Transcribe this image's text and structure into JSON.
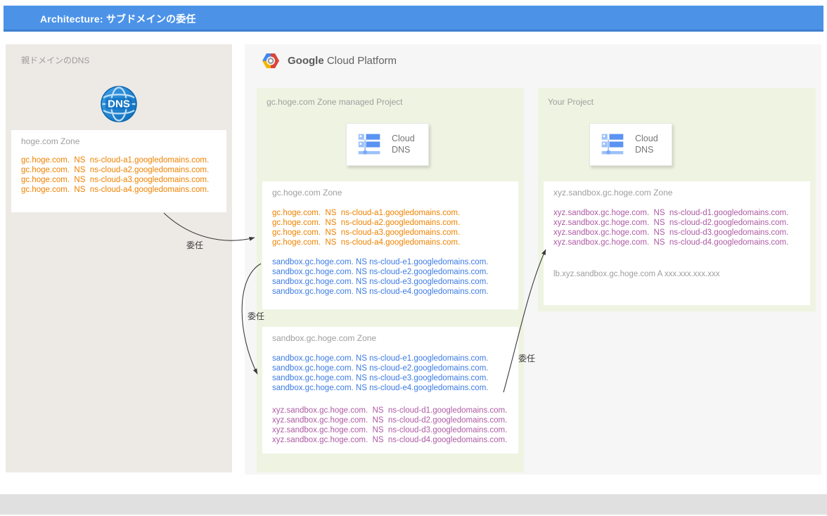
{
  "header": {
    "title": "Architecture: サブドメインの委任"
  },
  "parent_dns": {
    "label": "親ドメインのDNS",
    "dns_badge": "DNS",
    "zone": {
      "title": "hoge.com Zone",
      "records": [
        "gc.hoge.com.  NS  ns-cloud-a1.googledomains.com.",
        "gc.hoge.com.  NS  ns-cloud-a2.googledomains.com.",
        "gc.hoge.com.  NS  ns-cloud-a3.googledomains.com.",
        "gc.hoge.com.  NS  ns-cloud-a4.googledomains.com."
      ]
    }
  },
  "gcp": {
    "brand_bold": "Google",
    "brand_rest": "Cloud Platform",
    "managed_project": {
      "label": "gc.hoge.com Zone managed Project",
      "dns_card": {
        "line1": "Cloud",
        "line2": "DNS"
      },
      "zone_gc": {
        "title": "gc.hoge.com Zone",
        "parent_ns": [
          "gc.hoge.com.  NS  ns-cloud-a1.googledomains.com.",
          "gc.hoge.com.  NS  ns-cloud-a2.googledomains.com.",
          "gc.hoge.com.  NS  ns-cloud-a3.googledomains.com.",
          "gc.hoge.com.  NS  ns-cloud-a4.googledomains.com."
        ],
        "sandbox_ns": [
          "sandbox.gc.hoge.com. NS ns-cloud-e1.googledomains.com.",
          "sandbox.gc.hoge.com. NS ns-cloud-e2.googledomains.com.",
          "sandbox.gc.hoge.com. NS ns-cloud-e3.googledomains.com.",
          "sandbox.gc.hoge.com. NS ns-cloud-e4.googledomains.com."
        ]
      },
      "zone_sandbox": {
        "title": "sandbox.gc.hoge.com Zone",
        "self_ns": [
          "sandbox.gc.hoge.com. NS ns-cloud-e1.googledomains.com.",
          "sandbox.gc.hoge.com. NS ns-cloud-e2.googledomains.com.",
          "sandbox.gc.hoge.com. NS ns-cloud-e3.googledomains.com.",
          "sandbox.gc.hoge.com. NS ns-cloud-e4.googledomains.com."
        ],
        "xyz_ns": [
          "xyz.sandbox.gc.hoge.com.  NS  ns-cloud-d1.googledomains.com.",
          "xyz.sandbox.gc.hoge.com.  NS  ns-cloud-d2.googledomains.com.",
          "xyz.sandbox.gc.hoge.com.  NS  ns-cloud-d3.googledomains.com.",
          "xyz.sandbox.gc.hoge.com.  NS  ns-cloud-d4.googledomains.com."
        ]
      }
    },
    "your_project": {
      "label": "Your Project",
      "dns_card": {
        "line1": "Cloud",
        "line2": "DNS"
      },
      "zone_xyz": {
        "title": "xyz.sandbox.gc.hoge.com Zone",
        "ns_records": [
          "xyz.sandbox.gc.hoge.com.  NS  ns-cloud-d1.googledomains.com.",
          "xyz.sandbox.gc.hoge.com.  NS  ns-cloud-d2.googledomains.com.",
          "xyz.sandbox.gc.hoge.com.  NS  ns-cloud-d3.googledomains.com.",
          "xyz.sandbox.gc.hoge.com.  NS  ns-cloud-d4.googledomains.com."
        ],
        "a_record": "lb.xyz.sandbox.gc.hoge.com A xxx.xxx.xxx.xxx"
      }
    }
  },
  "arrows": {
    "labels": [
      "委任",
      "委任",
      "委任"
    ]
  },
  "icons": {
    "gcp_logo": "gcp-hexagon-logo-icon",
    "dns_globe": "dns-globe-icon",
    "cloud_dns": "cloud-dns-icon"
  },
  "colors": {
    "header_blue": "#4C93E8",
    "parent_panel": "#EDE9E4",
    "gcp_panel": "#F6F6F6",
    "project_green": "#EFF4E2",
    "record_orange": "#EE8200",
    "record_blue": "#3C7BE4",
    "record_purple": "#AE5BA4",
    "record_gray": "#9E9E9E",
    "footer_gray": "#E0E0E0"
  }
}
